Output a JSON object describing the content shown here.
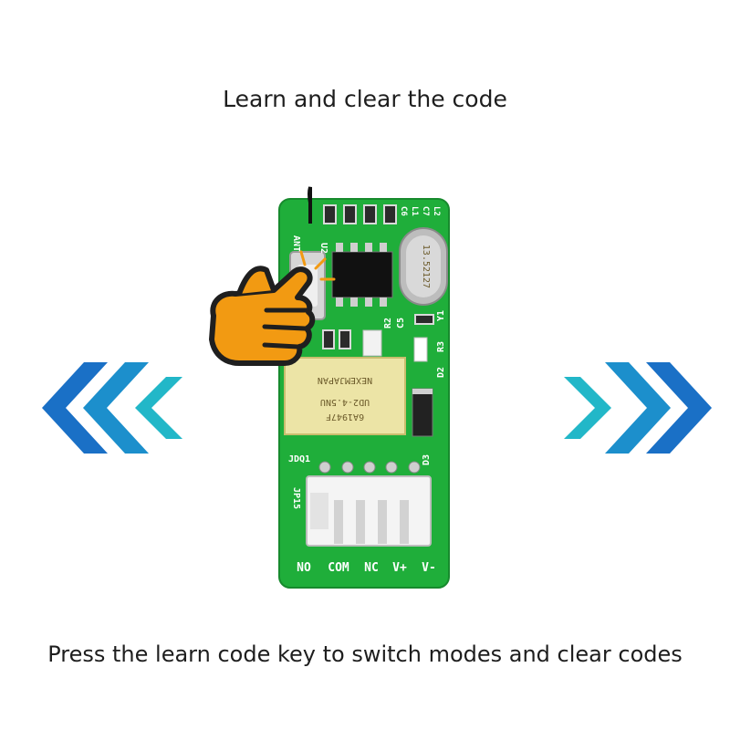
{
  "title": "Learn and clear the code",
  "caption": "Press the learn code key to switch modes and clear codes",
  "board": {
    "terminals": [
      "NO",
      "COM",
      "NC",
      "V+",
      "V-"
    ],
    "labels": {
      "ant": "ANT",
      "u2": "U2",
      "c6": "C6",
      "l1": "L1",
      "c7": "C7",
      "l2": "L2",
      "r2": "R2",
      "c5": "C5",
      "y1": "Y1",
      "r3": "R3",
      "d2": "D2",
      "d3": "D3",
      "jdq1": "JDQ1",
      "jp15": "JP15"
    },
    "crystal_text": "13.52127",
    "relay_text": [
      "NEXEMJAPAN",
      "UD2-4.5NU",
      "6A1947F"
    ]
  },
  "colors": {
    "pcb_green": "#1fae3a",
    "arrow_blue": "#1a73c8",
    "arrow_cyan": "#20b6c8",
    "hand_orange": "#f29a12"
  },
  "icons": {
    "left_arrows": "chevrons-left-icon",
    "right_arrows": "chevrons-right-icon",
    "hand": "pointing-hand-icon"
  }
}
